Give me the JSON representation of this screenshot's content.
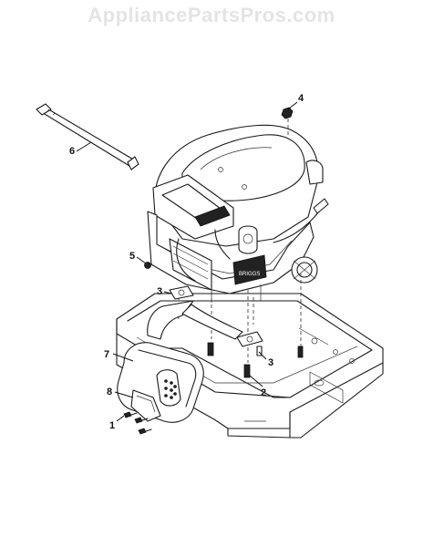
{
  "watermark": "AppliancePartsPros.com",
  "callouts": [
    "4",
    "6",
    "5",
    "3",
    "7",
    "8",
    "1",
    "2",
    "3"
  ]
}
